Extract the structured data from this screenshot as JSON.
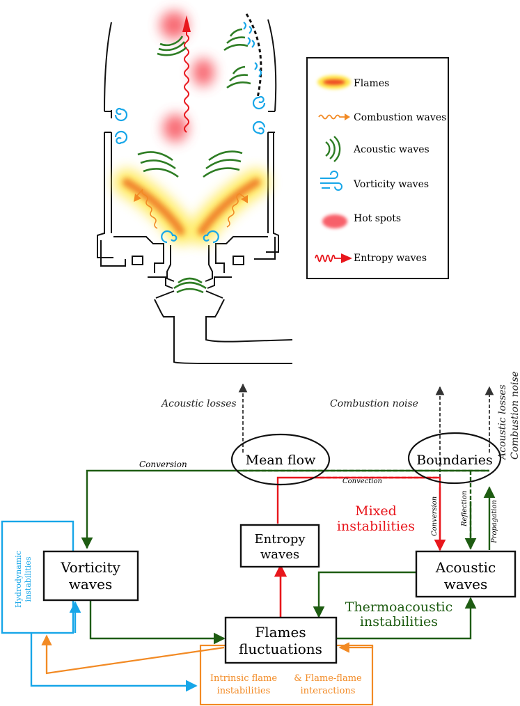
{
  "colors": {
    "flow_green": "#1e5c12",
    "entropy_red": "#e8161c",
    "hydro_blue": "#17a6e8",
    "intrinsic_orange": "#f28a24",
    "loss_gray": "#333333",
    "acoustic_arc": "#2e7d24",
    "hotspot": "#f7505a",
    "flame_core": "#ee4a22",
    "flame_glow": "#ffe84d"
  },
  "legend": {
    "items": [
      {
        "icon": "flame-icon",
        "label": "Flames"
      },
      {
        "icon": "combustion-wave-icon",
        "label": "Combustion waves"
      },
      {
        "icon": "acoustic-wave-icon",
        "label": "Acoustic waves"
      },
      {
        "icon": "vorticity-wave-icon",
        "label": "Vorticity waves"
      },
      {
        "icon": "hot-spot-icon",
        "label": "Hot spots"
      },
      {
        "icon": "entropy-wave-icon",
        "label": "Entropy waves"
      }
    ]
  },
  "diagram": {
    "nodes": {
      "vorticity": [
        "Vorticity",
        "waves"
      ],
      "flames": [
        "Flames",
        "fluctuations"
      ],
      "entropy": [
        "Entropy",
        "waves"
      ],
      "acoustic": [
        "Acoustic",
        "waves"
      ],
      "mean_flow": "Mean flow",
      "boundaries": "Boundaries"
    },
    "outputs": {
      "acoustic_losses_left": "Acoustic losses",
      "combustion_noise_mid": "Combustion noise",
      "acoustic_losses_right": "Acoustic losses",
      "combustion_noise_right": "Combustion noise"
    },
    "edge_labels": {
      "conversion_top": "Conversion",
      "convection": "Convection",
      "conversion_vertical": "Conversion",
      "reflection": "Reflection",
      "propagation": "Propagation"
    },
    "groups": {
      "mixed": [
        "Mixed",
        "instabilities"
      ],
      "thermoacoustic": [
        "Thermoacoustic",
        "instabilities"
      ],
      "hydrodynamic": [
        "Hydrodynamic",
        "instabilities"
      ],
      "intrinsic": [
        "Intrinsic flame",
        "instabilities"
      ],
      "flame_flame": [
        "& Flame-flame",
        "interactions"
      ]
    }
  }
}
